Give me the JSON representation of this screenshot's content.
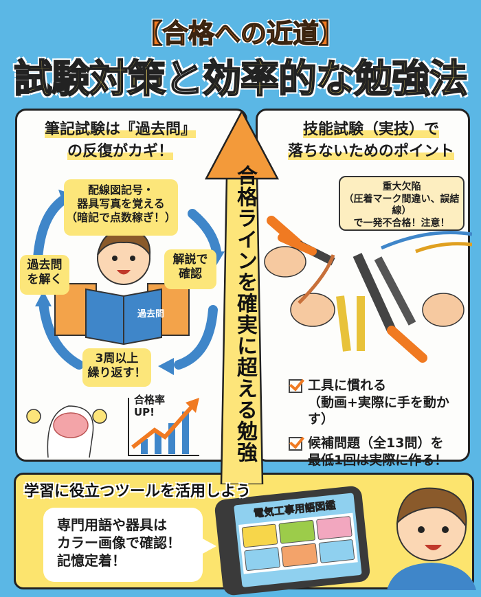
{
  "header": {
    "kicker": "【合格への近道】",
    "title_part1": "試験対策",
    "title_and": "と",
    "title_part2": "効率的な勉強法"
  },
  "center_arrow": {
    "text": "合格ラインを確実に超える勉強",
    "colors": {
      "head": "#f39a3a",
      "shaft": "#fde57a"
    }
  },
  "written_exam": {
    "title_line1": "筆記試験は『過去問』",
    "title_line2": "の反復がカギ！",
    "cycle": [
      {
        "text": "配線図記号・\n器具写真を覚える\n（暗記で点数稼ぎ！）"
      },
      {
        "text": "解説で\n確認"
      },
      {
        "text": "3周以上\n繰り返す！"
      },
      {
        "text": "過去問\nを解く"
      }
    ],
    "book_label": "過去問",
    "chart_label": "合格率\nUP!"
  },
  "practical_exam": {
    "title_line1": "技能試験（実技）で",
    "title_line2": "落ちないためのポイント",
    "warning": "重大欠陥\n（圧着マーク間違い、誤結線）\nで一発不合格！注意！",
    "checklist": [
      {
        "text": "工具に慣れる\n（動画+実際に手を動かす）",
        "checked": true
      },
      {
        "text": "候補問題（全13問）を\n最低1回は実際に作る！",
        "checked": true
      }
    ]
  },
  "tools": {
    "heading": "学習に役立つツールを活用しよう",
    "bubble": "専門用語や器具は\nカラー画像で確認！\n記憶定着！",
    "tablet_title": "電気工事用語図鑑",
    "tablet_tiles": [
      "#f7d64a",
      "#9ccc4a",
      "#f2a7bf",
      "#8fd0ef",
      "#f3a36a",
      "#8fd0ef"
    ]
  },
  "colors": {
    "background": "#5bb7e5",
    "accent_orange": "#f07a22",
    "accent_yellow": "#fde57a",
    "cycle_blue": "#3f86c9"
  }
}
